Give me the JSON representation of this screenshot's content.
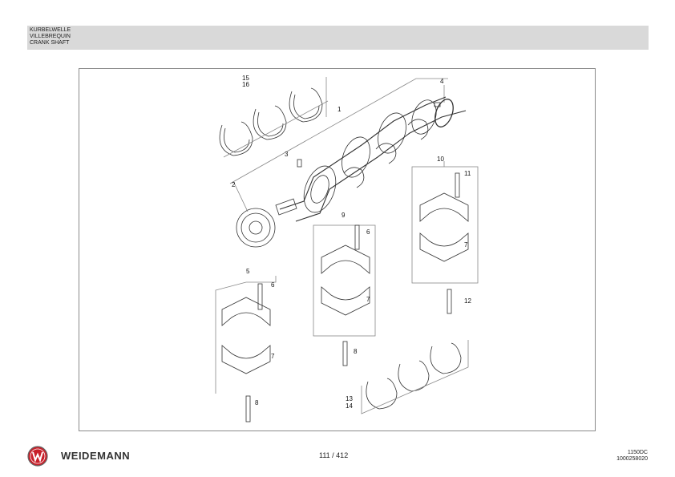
{
  "header": {
    "lines": [
      "KURBELWELLE",
      "VILLEBREQUIN",
      "CRANK SHAFT"
    ]
  },
  "diagram": {
    "callouts": [
      "15",
      "16",
      "1",
      "4",
      "3",
      "2",
      "9",
      "10",
      "11",
      "6",
      "7",
      "5",
      "6",
      "7",
      "12",
      "8",
      "8",
      "13",
      "14",
      "7"
    ]
  },
  "footer": {
    "brand": "WEIDEMANN",
    "page": "111 / 412",
    "doc_code_1": "1150DC",
    "doc_code_2": "1000258020"
  },
  "colors": {
    "header_band": "#d9d9d9",
    "logo_red": "#c8202a"
  }
}
